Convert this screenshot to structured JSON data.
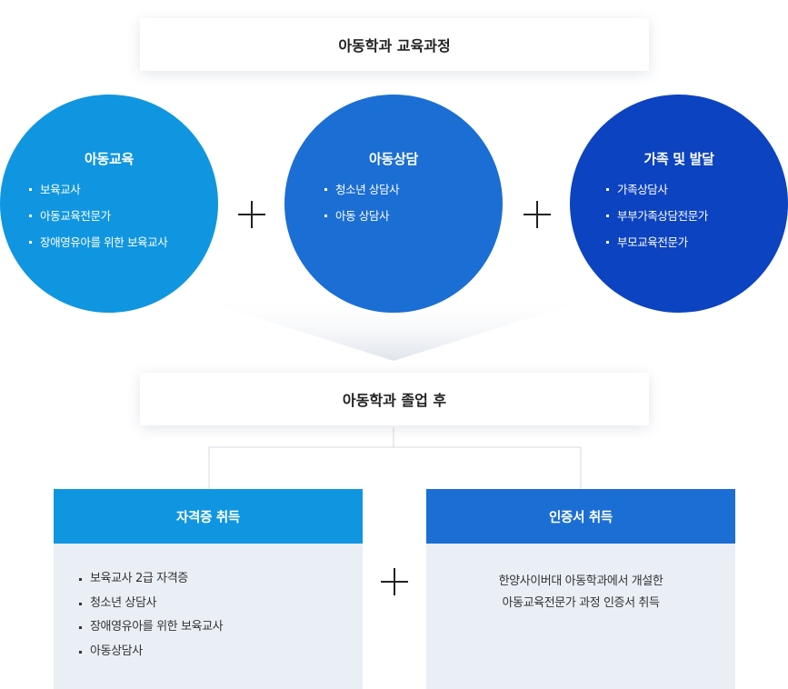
{
  "top_title": "아동학과 교육과정",
  "circles": [
    {
      "title": "아동교육",
      "items": [
        "보육교사",
        "아동교육전문가",
        "장애영유아를 위한 보육교사"
      ],
      "color": "#1096e0"
    },
    {
      "title": "아동상담",
      "items": [
        "청소년 상담사",
        "아동 상담사"
      ],
      "color": "#1b6ed4"
    },
    {
      "title": "가족 및 발달",
      "items": [
        "가족상담사",
        "부부가족상담전문가",
        "부모교육전문가"
      ],
      "color": "#0c43c0"
    }
  ],
  "middle_title": "아동학과 졸업 후",
  "certification": {
    "title": "자격증 취득",
    "items": [
      "보육교사 2급 자격증",
      "청소년 상담사",
      "장애영유아를 위한 보육교사",
      "아동상담사"
    ],
    "color": "#1096e0"
  },
  "acknowledgement": {
    "title": "인증서 취득",
    "lines": [
      "한양사이버대 아동학과에서 개설한",
      "아동교육전문가 과정 인증서 취득"
    ],
    "color": "#1b6ed4"
  },
  "icons": {
    "plus": "plus-icon"
  }
}
